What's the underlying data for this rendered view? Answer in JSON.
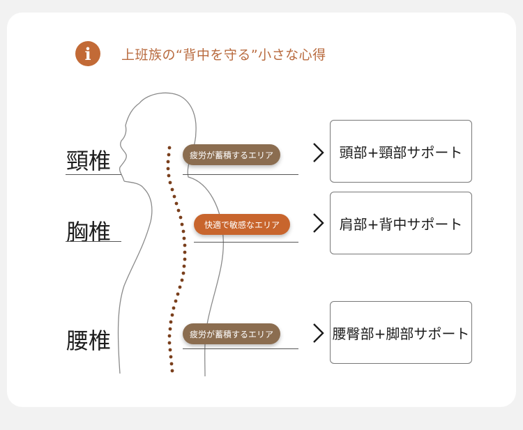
{
  "header": {
    "icon": "info-icon",
    "icon_glyph": "i",
    "title": "上班族の“背中を守る”小さな心得"
  },
  "regions": [
    {
      "label": "頸椎",
      "tag": "疲労が蓄積するエリア",
      "support": "頭部+頸部サポート",
      "tag_color": "#8b6d50"
    },
    {
      "label": "胸椎",
      "tag": "快適で敏感なエリア",
      "support": "肩部+背中サポート",
      "tag_color": "#c8652d"
    },
    {
      "label": "腰椎",
      "tag": "疲労が蓄積するエリア",
      "support": "腰臀部+脚部サポート",
      "tag_color": "#8b6d50"
    }
  ],
  "colors": {
    "accent": "#c26a36",
    "spine_dots": "#7a3f1c"
  },
  "icons": {
    "arrow": "chevron-right-icon"
  }
}
